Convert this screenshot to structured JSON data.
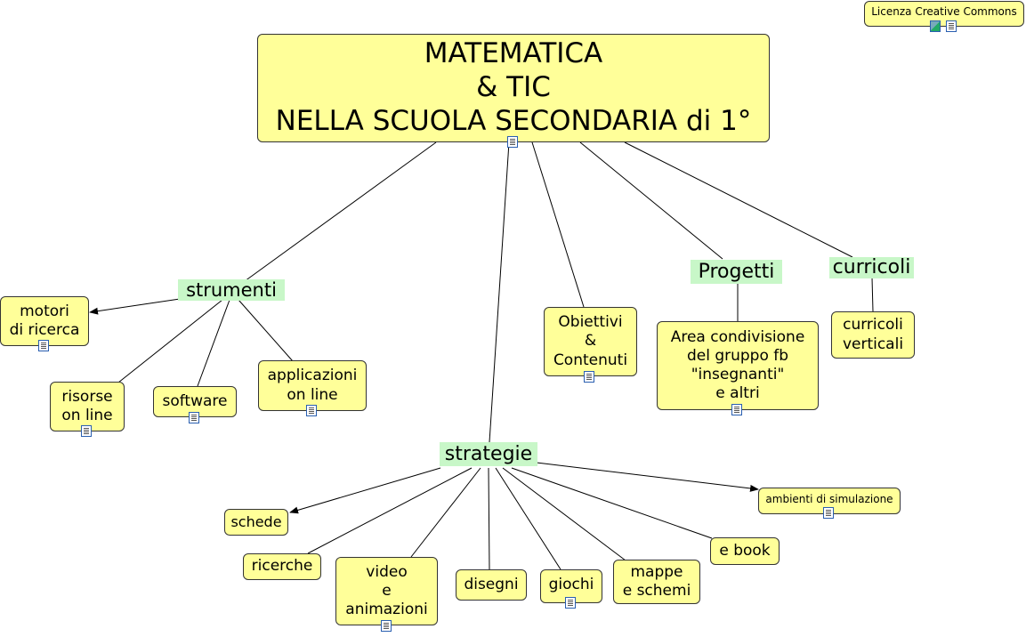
{
  "main_title": "MATEMATICA\n& TIC\nNELLA SCUOLA SECONDARIA di 1°",
  "license": "Licenza Creative Commons",
  "labels": {
    "strumenti": "strumenti",
    "strategie": "strategie",
    "progetti": "Progetti",
    "curricoli": "curricoli"
  },
  "nodes": {
    "motori": "motori\ndi ricerca",
    "risorse": "risorse\non line",
    "software": "software",
    "applicazioni": "applicazioni\non line",
    "obiettivi": "Obiettivi\n&\nContenuti",
    "area": "Area condivisione\ndel gruppo fb\n\"insegnanti\"\ne altri",
    "curricoli_verticali": "curricoli\nverticali",
    "schede": "schede",
    "ricerche": "ricerche",
    "video": "video\ne\nanimazioni",
    "disegni": "disegni",
    "giochi": "giochi",
    "mappe": "mappe\ne schemi",
    "ebook": "e book",
    "ambienti": "ambienti di simulazione"
  },
  "colors": {
    "node_fill": "#ffff99",
    "label_fill": "#c8f7c8",
    "line": "#000000"
  },
  "icons": [
    "document-icon",
    "image-icon"
  ]
}
